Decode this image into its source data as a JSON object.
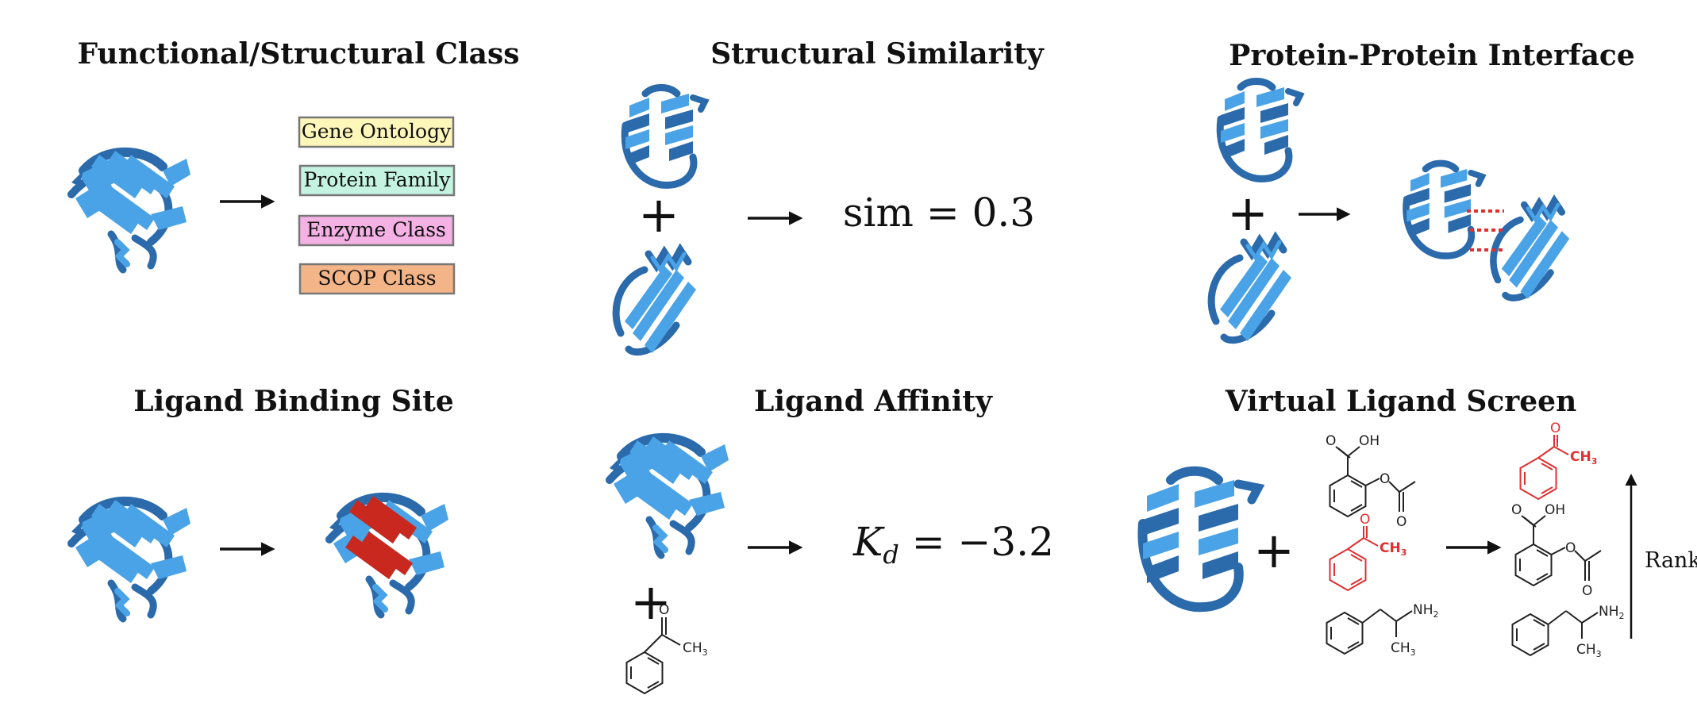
{
  "panels": {
    "functional": {
      "title": "Functional/Structural Class",
      "labels": [
        {
          "text": "Gene Ontology",
          "color": "#fdf7ba"
        },
        {
          "text": "Protein Family",
          "color": "#c4f3e2"
        },
        {
          "text": "Enzyme Class",
          "color": "#f3b1e4"
        },
        {
          "text": "SCOP Class",
          "color": "#f3b487"
        }
      ]
    },
    "similarity": {
      "title": "Structural Similarity",
      "result": "sim = 0.3"
    },
    "interface": {
      "title": "Protein-Protein Interface"
    },
    "binding_site": {
      "title": "Ligand Binding Site"
    },
    "affinity": {
      "title": "Ligand Affinity",
      "result_symbol": "K",
      "result_subscript": "d",
      "result_value": " = −3.2"
    },
    "screen": {
      "title": "Virtual Ligand Screen",
      "rank_label": "Rank"
    }
  },
  "symbols": {
    "plus": "+"
  },
  "chemistry": {
    "oh": "OH",
    "o": "O",
    "ch3": "CH",
    "sub3": "3",
    "nh": "NH",
    "sub2": "2"
  },
  "colors": {
    "protein_light": "#4aa3e6",
    "protein_dark": "#2b6aab",
    "binding_red": "#c8281e",
    "interface_dots": "#e03030",
    "ligand_red": "#e03030"
  }
}
